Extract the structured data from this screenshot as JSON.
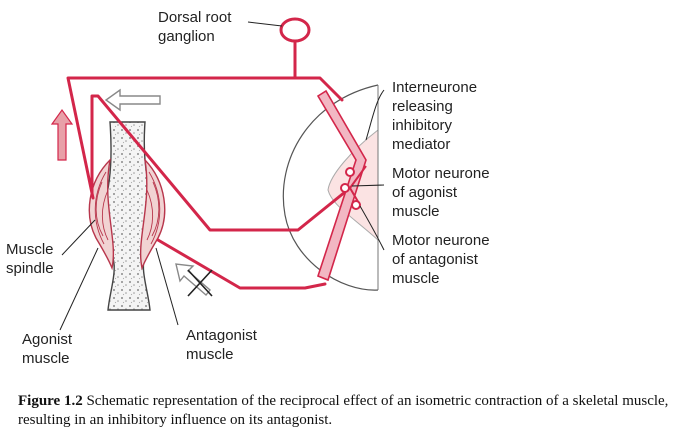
{
  "labels": {
    "dorsal_root_ganglion": [
      "Dorsal root",
      "ganglion"
    ],
    "interneurone": [
      "Interneurone",
      "releasing",
      "inhibitory",
      "mediator"
    ],
    "motor_agonist": [
      "Motor neurone",
      "of agonist",
      "muscle"
    ],
    "motor_antagonist": [
      "Motor neurone",
      "of antagonist",
      "muscle"
    ],
    "muscle_spindle": [
      "Muscle",
      "spindle"
    ],
    "agonist_muscle": [
      "Agonist",
      "muscle"
    ],
    "antagonist_muscle": [
      "Antagonist",
      "muscle"
    ]
  },
  "caption": {
    "figure_number": "Figure 1.2",
    "text": "Schematic representation of the reciprocal effect of an isometric contraction of a skeletal muscle, resulting in an inhibitory influence on its antagonist."
  },
  "colors": {
    "nerve": "#d3264a",
    "nerve_fill": "#f2b7c3",
    "muscle": "#b8364c",
    "bone_outline": "#444444",
    "spinal_cord_outline": "#555555"
  }
}
